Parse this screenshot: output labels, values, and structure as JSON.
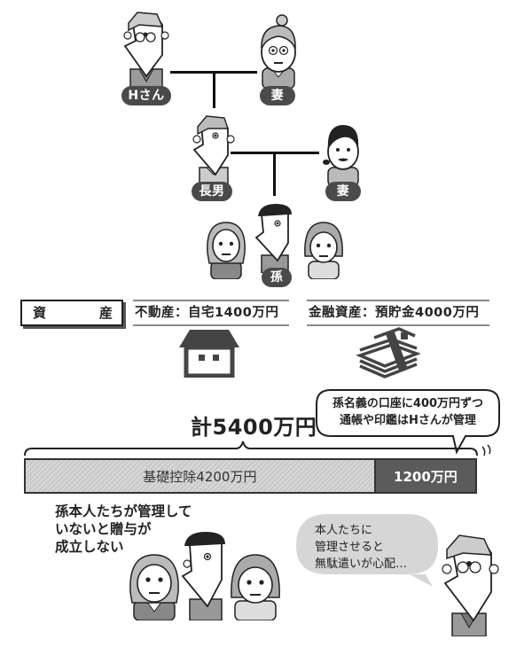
{
  "family_tree": {
    "grandfather": {
      "label": "Hさん"
    },
    "grandmother": {
      "label": "妻"
    },
    "eldest_son": {
      "label": "長男"
    },
    "son_wife": {
      "label": "妻"
    },
    "grandchild": {
      "label": "孫"
    }
  },
  "assets": {
    "section_label_left": "資",
    "section_label_right": "産",
    "real_estate": "不動産：自宅1400万円",
    "financial": "金融資産：預貯金4000万円",
    "real_estate_icon": "house-icon",
    "financial_icon": "banknotes-stack-icon"
  },
  "speech_bubble_top": {
    "line1": "孫名義の口座に400万円ずつ",
    "line2": "通帳や印鑑はHさんが管理"
  },
  "total_label": "計5400万円",
  "bar": {
    "segments": [
      {
        "label": "基礎控除4200万円",
        "value": 4200
      },
      {
        "label": "1200万円",
        "value": 1200
      }
    ],
    "total": 5400
  },
  "note_left": {
    "line1": "孫本人たちが管理して",
    "line2": "いないと贈与が",
    "line3": "成立しない"
  },
  "thought_bubble": {
    "line1": "本人たちに",
    "line2": "管理させると",
    "line3": "無駄遣いが心配…"
  }
}
